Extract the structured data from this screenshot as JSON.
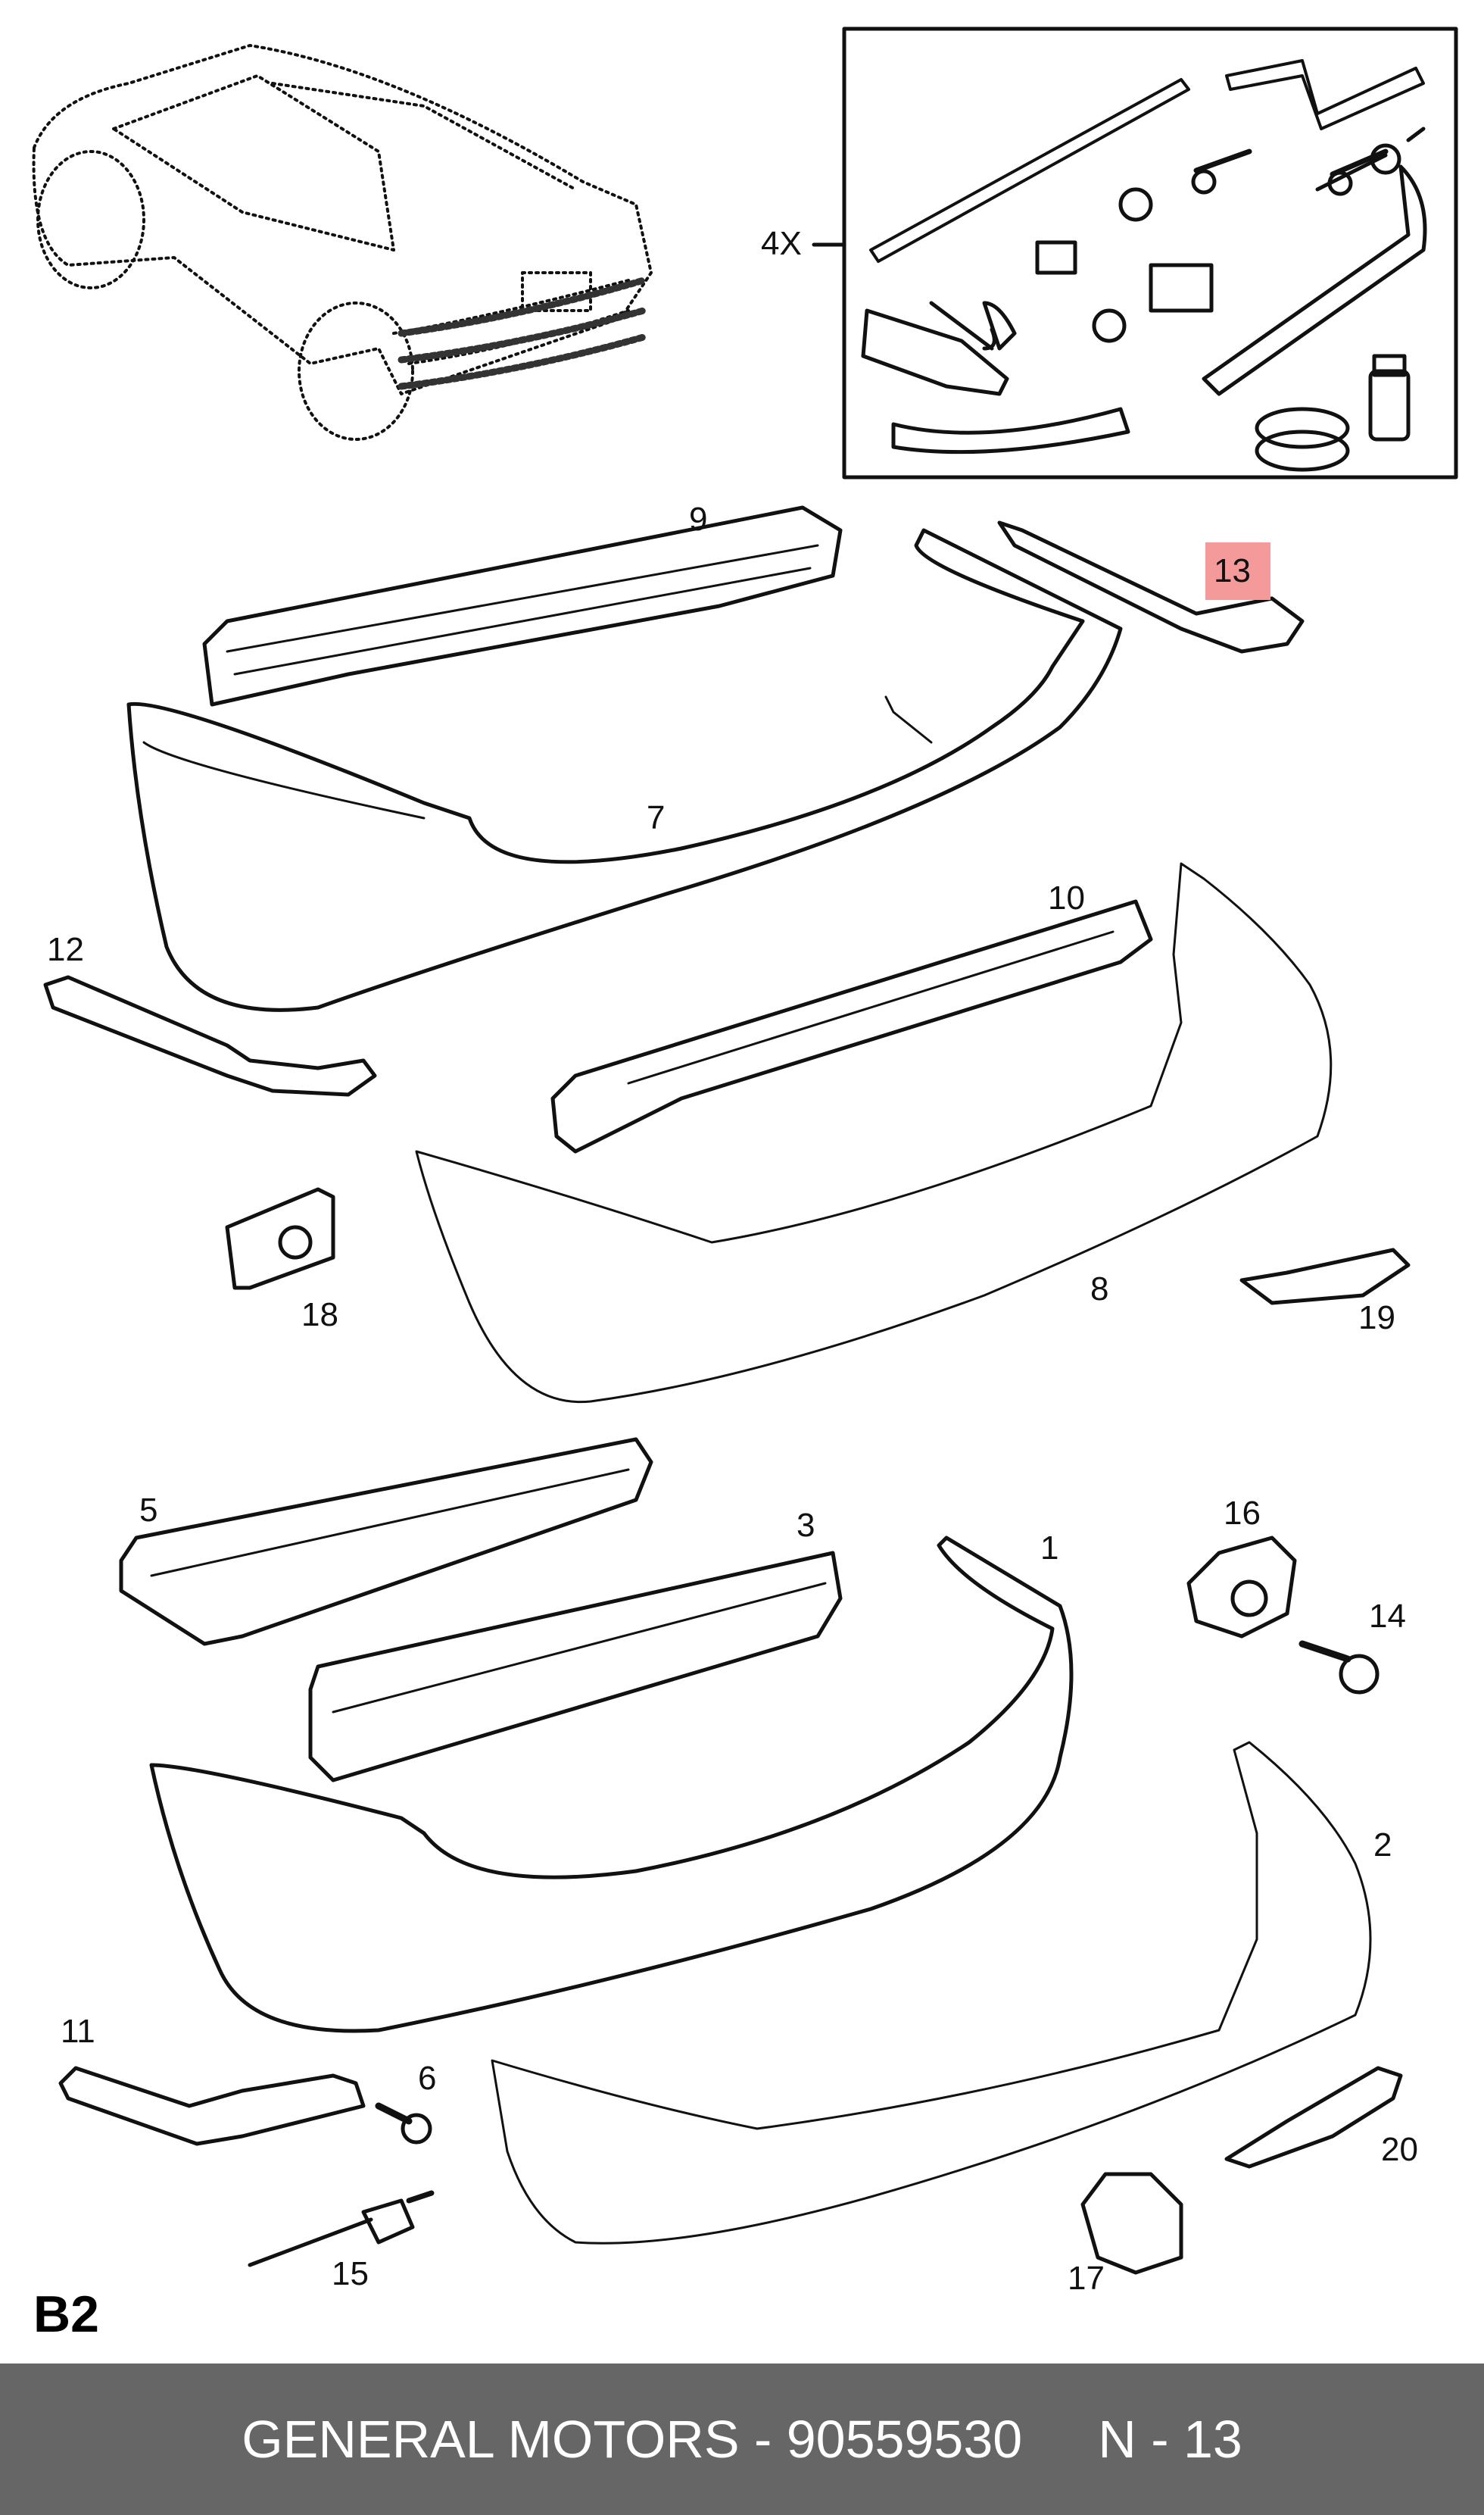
{
  "diagram": {
    "kit_quantity": "4X",
    "callouts": [
      "9",
      "13",
      "7",
      "10",
      "12",
      "8",
      "18",
      "19",
      "5",
      "3",
      "1",
      "16",
      "14",
      "2",
      "11",
      "6",
      "20",
      "15",
      "17"
    ],
    "highlighted_callout": "13",
    "section_code": "B2"
  },
  "colors": {
    "highlight": "#f59a9a",
    "footer_bg": "#666666",
    "footer_text": "#ffffff"
  },
  "footer": {
    "brand_part": "GENERAL MOTORS - 90559530",
    "ref": "N - 13"
  }
}
